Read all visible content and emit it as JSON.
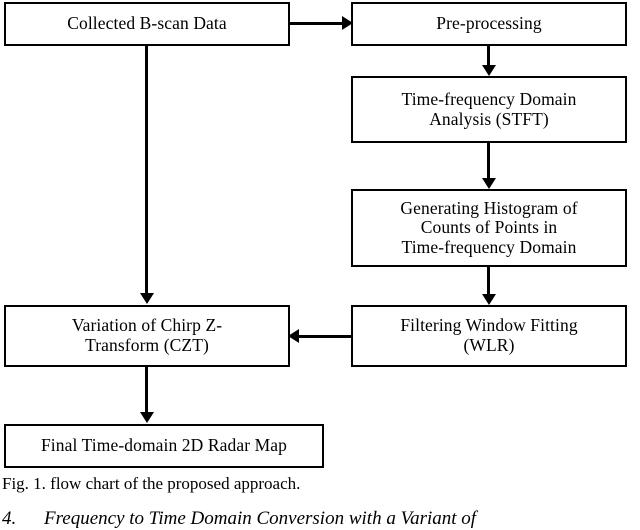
{
  "figure": {
    "caption": "Fig. 1. flow chart of the proposed approach.",
    "nodes": {
      "collected": {
        "lines": [
          "Collected B-scan Data"
        ]
      },
      "preprocessing": {
        "lines": [
          "Pre-processing"
        ]
      },
      "stft": {
        "lines": [
          "Time-frequency Domain",
          "Analysis (STFT)"
        ]
      },
      "histogram": {
        "lines": [
          "Generating Histogram of",
          "Counts of Points in",
          "Time-frequency Domain"
        ]
      },
      "wlr": {
        "lines": [
          "Filtering Window Fitting",
          "(WLR)"
        ]
      },
      "czt": {
        "lines": [
          "Variation of Chirp Z-",
          "Transform (CZT)"
        ]
      },
      "final": {
        "lines": [
          "Final Time-domain 2D Radar Map"
        ]
      }
    },
    "edges": [
      {
        "from": "collected",
        "to": "preprocessing",
        "direction": "right"
      },
      {
        "from": "preprocessing",
        "to": "stft",
        "direction": "down"
      },
      {
        "from": "stft",
        "to": "histogram",
        "direction": "down"
      },
      {
        "from": "histogram",
        "to": "wlr",
        "direction": "down"
      },
      {
        "from": "wlr",
        "to": "czt",
        "direction": "left"
      },
      {
        "from": "collected",
        "to": "czt",
        "direction": "down"
      },
      {
        "from": "czt",
        "to": "final",
        "direction": "down"
      }
    ],
    "colors": {
      "border": "#000000",
      "background": "#ffffff",
      "text": "#000000"
    }
  },
  "section_heading": {
    "number": "4.",
    "text": "Frequency to Time Domain Conversion with a Variant of"
  }
}
